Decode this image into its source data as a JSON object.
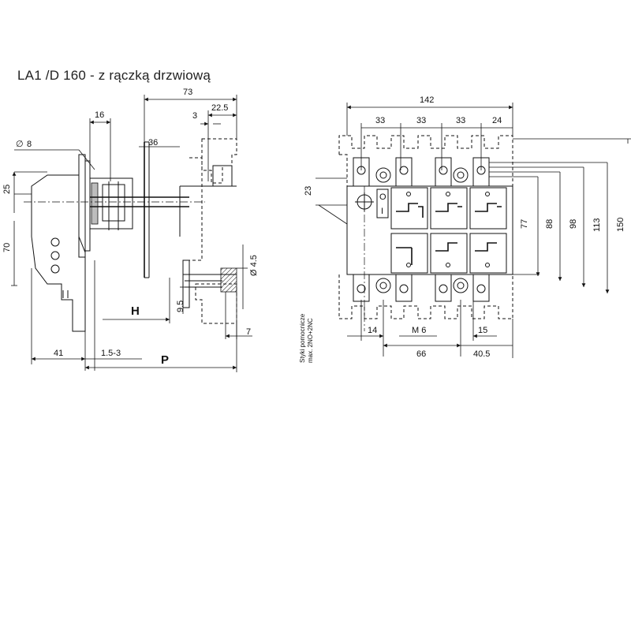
{
  "title": "LA1 /D 160 - z rączką drzwiową",
  "side_view": {
    "dims": {
      "d73": "73",
      "d22_5": "22.5",
      "d16": "16",
      "d3": "3",
      "d36": "36",
      "phi8": "8",
      "d25": "25",
      "d70": "70",
      "h": "H",
      "d9_5": "9.5",
      "phi4_5": "Ø 4.5",
      "d7": "7",
      "d41": "41",
      "d1_5_3": "1.5-3",
      "p": "P"
    }
  },
  "front_view": {
    "dims": {
      "d142": "142",
      "d33a": "33",
      "d33b": "33",
      "d33c": "33",
      "d24": "24",
      "d23": "23",
      "d77": "77",
      "d88": "88",
      "d98": "98",
      "d113": "113",
      "d150": "150",
      "d14": "14",
      "m6": "M 6",
      "d15": "15",
      "d66": "66",
      "d40_5": "40.5"
    },
    "switch_symbols": {
      "off": "O",
      "on": "I"
    },
    "aux_note_line1": "Styki pomocnicze",
    "aux_note_line2": "max. 2NO+2NC"
  }
}
